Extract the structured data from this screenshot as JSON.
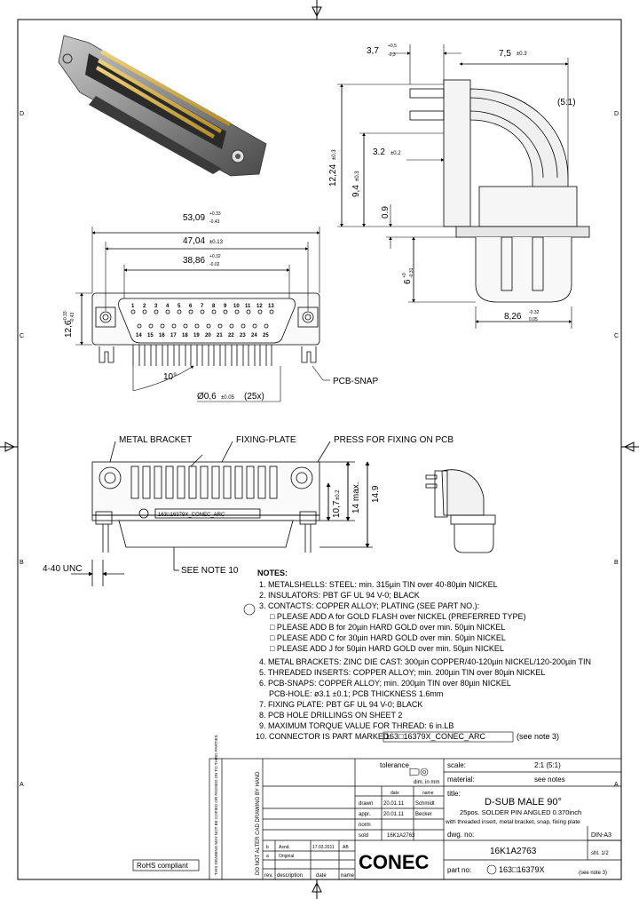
{
  "scale_label": "(5:1)",
  "dims": {
    "d_3_7": "3,7",
    "d_3_7_tol_up": "+0,5",
    "d_3_7_tol_dn": "-0,3",
    "d_7_5": "7,5",
    "d_7_5_tol": "±0.3",
    "d_12_24": "12,24",
    "d_12_24_tol": "±0.3",
    "d_9_4": "9,4",
    "d_9_4_tol": "±0.3",
    "d_3_2": "3.2",
    "d_3_2_tol": "±0.2",
    "d_0_9": "0.9",
    "d_6": "6",
    "d_6_tol_up": "+0",
    "d_6_tol_dn": "-0.31",
    "d_8_26": "8,26",
    "d_8_26_tol_up": "-0.32",
    "d_8_26_tol_dn": "0.05",
    "d_53_09": "53,09",
    "d_53_09_tol_up": "+0.33",
    "d_53_09_tol_dn": "-0.43",
    "d_47_04": "47,04",
    "d_47_04_tol": "±0.13",
    "d_38_86": "38,86",
    "d_38_86_tol_up": "+0.32",
    "d_38_86_tol_dn": "-0.02",
    "d_12_6": "12,6",
    "d_12_6_tol_up": "+0.33",
    "d_12_6_tol_dn": "-0.43",
    "d_10deg": "10°",
    "d_pin": "Ø0,6",
    "d_pin_tol": "±0.05",
    "d_pin_count": "(25x)",
    "d_10_7": "10,7",
    "d_10_7_tol": "±0.2",
    "d_14max": "14 max.",
    "d_14_9": "14.9",
    "d_unc": "4-40 UNC"
  },
  "pin_rows": {
    "top": [
      "1",
      "2",
      "3",
      "4",
      "5",
      "6",
      "7",
      "8",
      "9",
      "10",
      "11",
      "12",
      "13"
    ],
    "bottom": [
      "14",
      "15",
      "16",
      "17",
      "18",
      "19",
      "20",
      "21",
      "22",
      "23",
      "24",
      "25"
    ]
  },
  "callouts": {
    "pcb_snap": "PCB-SNAP",
    "metal_bracket": "METAL BRACKET",
    "fixing_plate": "FIXING-PLATE",
    "press_fix": "PRESS FOR FIXING ON PCB",
    "see_note": "SEE NOTE 10",
    "marking": "163□16379X_CONEC_ARC"
  },
  "notes_title": "NOTES:",
  "notes": [
    "1. METALSHELLS: STEEL: min. 315µin TIN over 40-80µin NICKEL",
    "2. INSULATORS: PBT GF UL 94 V-0; BLACK",
    "3. CONTACTS: COPPER ALLOY; PLATING (SEE PART NO.):",
    "□ PLEASE ADD A for GOLD FLASH over NICKEL (PREFERRED TYPE)",
    "□ PLEASE ADD B for 20µin HARD GOLD over min. 50µin NICKEL",
    "□ PLEASE ADD C for 30µin HARD GOLD over min. 50µin NICKEL",
    "□ PLEASE ADD J for 50µin HARD GOLD over min. 50µin NICKEL",
    "4. METAL BRACKETS: ZINC DIE CAST: 300µin COPPER/40-120µin NICKEL/120-200µin TIN",
    "5. THREADED INSERTS: COPPER ALLOY; min. 200µin TIN over 80µin NICKEL",
    "6. PCB-SNAPS: COPPER ALLOY; min. 200µin TIN over 80µin NICKEL",
    "PCB-HOLE: ø3.1 ±0.1; PCB THICKNESS 1.6mm",
    "7. FIXING PLATE: PBT GF UL 94 V-0; BLACK",
    "8. PCB HOLE DRILLINGS ON SHEET 2",
    "9. MAXIMUM TORQUE VALUE FOR THREAD: 6 in.LB",
    "10. CONNECTOR IS PART MARKED:"
  ],
  "note10_mark": "163□16379X_CONEC_ARC",
  "note10_suffix": "(see note 3)",
  "title_block": {
    "tolerance": "tolerance",
    "dim_unit": "dim. in mm",
    "scale_label": "scale:",
    "scale_value": "2:1 (5:1)",
    "material_label": "material:",
    "material_value": "see notes",
    "date_hdr": "date",
    "name_hdr": "name",
    "drawn_label": "drawn",
    "drawn_date": "20.01.11",
    "drawn_name": "Schmidt",
    "appr_label": "appr.",
    "appr_date": "20.01.11",
    "appr_name": "Becker",
    "norm_label": "norm",
    "sold_label": "sold",
    "sold_value": "16K1A2763",
    "title_label": "title:",
    "title_main": "D-SUB MALE 90°",
    "title_sub1": "25pos. SOLDER PIN ANGLED 0.370inch",
    "title_sub2": "with threaded insert, metal bracket, snap, fixing plate",
    "dwg_label": "dwg. no:",
    "dwg_value": "16K1A2763",
    "din_a3": "DIN-A3",
    "sheet": "sht. 1/2",
    "part_label": "part no:",
    "part_value": "163□16379X",
    "see_note3": "(see note 3)",
    "rev_b": "b",
    "rev_a": "a",
    "rev_b_desc": "Asnd.",
    "rev_a_desc": "Original",
    "rev_b_date": "17.03.2011",
    "rev_b_name": "AB",
    "rev_label": "rev.",
    "desc_label": "description",
    "date_label": "date",
    "name_label": "name",
    "company": "CONEC",
    "rohs": "RoHS compliant",
    "side_note": "DO NOT ALTER CAD DRAWING BY HAND",
    "legal": "THIS DRAWING MAY NOT BE COPIED OR PASSED ON TO THIRD PARTIES"
  },
  "grid": {
    "left": [
      "D",
      "C",
      "B",
      "A"
    ],
    "right": [
      "D",
      "C",
      "B",
      "A"
    ]
  }
}
